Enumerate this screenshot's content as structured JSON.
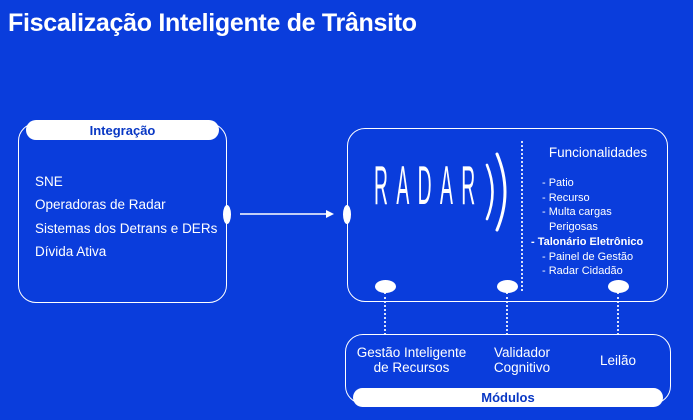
{
  "page": {
    "title": "Fiscalização Inteligente de Trânsito"
  },
  "colors": {
    "background": "#0A3DDC",
    "box_border": "#FFFFFF",
    "text_on_blue": "#FFFFFF",
    "pill_background": "#FFFFFF",
    "pill_text": "#0837C4"
  },
  "icons": {
    "radar_waves": "double-arc radiating waves",
    "flow_arrow": "thin right arrow",
    "connector_dot": "white ellipse node"
  },
  "integration": {
    "label": "Integração",
    "items": [
      "SNE",
      "Operadoras de Radar",
      "Sistemas dos Detrans e DERs",
      "Dívida Ativa"
    ]
  },
  "radar": {
    "logo_text": "RADAR",
    "functionalities": {
      "title": "Funcionalidades",
      "items": [
        "- Patio",
        "- Recurso",
        "- Multa cargas",
        "Perigosas",
        "- Talonário Eletrônico",
        "- Painel de Gestão",
        "- Radar Cidadão"
      ],
      "bold_item": "- Talonário Eletrônico"
    }
  },
  "modules": {
    "label": "Módulos",
    "items": [
      "Gestão Inteligente de Recursos",
      "Validador Cognitivo",
      "Leilão"
    ]
  }
}
